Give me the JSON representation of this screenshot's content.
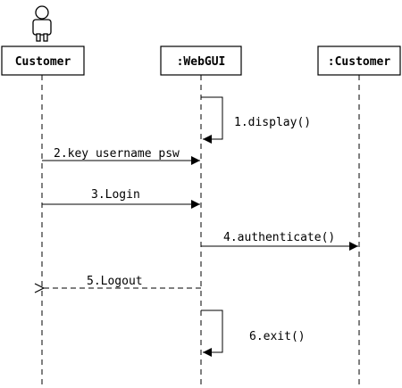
{
  "participants": {
    "customer": {
      "label": "Customer",
      "is_actor": true
    },
    "webgui": {
      "label": ":WebGUI"
    },
    "customer_obj": {
      "label": ":Customer"
    }
  },
  "messages": [
    {
      "label": "1.display()",
      "from": "webgui",
      "to": "webgui",
      "kind": "self"
    },
    {
      "label": "2.key username psw",
      "from": "customer",
      "to": "webgui",
      "kind": "sync"
    },
    {
      "label": "3.Login",
      "from": "customer",
      "to": "webgui",
      "kind": "sync"
    },
    {
      "label": "4.authenticate()",
      "from": "webgui",
      "to": "customer_obj",
      "kind": "sync"
    },
    {
      "label": "5.Logout",
      "from": "webgui",
      "to": "customer",
      "kind": "return"
    },
    {
      "label": "6.exit()",
      "from": "webgui",
      "to": "webgui",
      "kind": "self"
    }
  ]
}
